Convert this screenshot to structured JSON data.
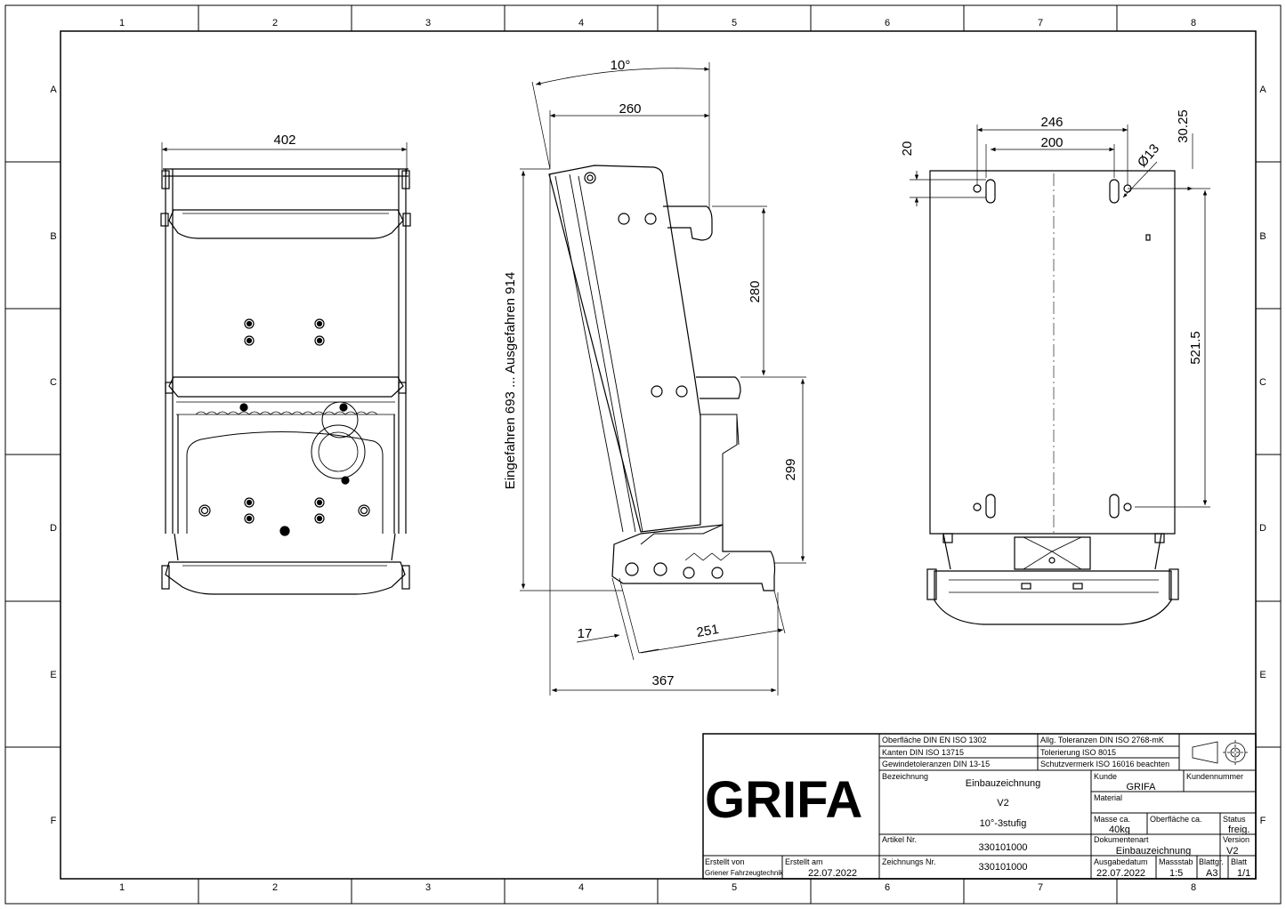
{
  "grid": {
    "columns": [
      "1",
      "2",
      "3",
      "4",
      "5",
      "6",
      "7",
      "8"
    ],
    "rows": [
      "A",
      "B",
      "C",
      "D",
      "E",
      "F"
    ]
  },
  "views": {
    "front": {
      "width": "402"
    },
    "side": {
      "angle": "10°",
      "top_width": "260",
      "height_label": "Eingefahren 693 ... Ausgefahren 914",
      "step_spacing_upper": "280",
      "step_spacing_lower": "299",
      "offset_small": "17",
      "step_depth": "251",
      "total_depth": "367"
    },
    "rear": {
      "outer_width": "246",
      "inner_width": "200",
      "hole_diameter": "Ø13",
      "top_offset": "20",
      "side_offset": "30.25",
      "vertical_spacing": "521.5"
    }
  },
  "title_block": {
    "logo": "GRIFA",
    "surface": "Oberfläche DIN EN ISO 1302",
    "edges": "Kanten DIN ISO 13715",
    "thread_tol": "Gewindetoleranzen DIN 13-15",
    "general_tol": "Allg. Toleranzen DIN ISO 2768-mK",
    "tolerancing": "Tolerierung ISO 8015",
    "protection": "Schutzvermerk ISO 16016 beachten",
    "designation_label": "Bezeichnung",
    "designation_lines": [
      "Einbauzeichnung",
      "V2",
      "10°-3stufig"
    ],
    "customer_label": "Kunde",
    "customer": "GRIFA",
    "customer_no_label": "Kundennummer",
    "material_label": "Material",
    "mass_label": "Masse ca.",
    "mass": "40kg",
    "surface_label": "Oberfläche ca.",
    "status_label": "Status",
    "status": "freig.",
    "article_label": "Artikel Nr.",
    "article": "330101000",
    "doctype_label": "Dokumentenart",
    "doctype": "Einbauzeichnung",
    "version_label": "Version",
    "version": "V2",
    "drawing_no_label": "Zeichnungs Nr.",
    "drawing_no": "330101000",
    "created_by_label": "Erstellt von",
    "created_by": "Griener Fahrzeugtechnik",
    "created_on_label": "Erstellt am",
    "created_on": "22.07.2022",
    "issue_date_label": "Ausgabedatum",
    "issue_date": "22.07.2022",
    "scale_label": "Massstab",
    "scale": "1:5",
    "sheet_size_label": "Blattgr.",
    "sheet_size": "A3",
    "sheet_label": "Blatt",
    "sheet": "1/1"
  }
}
